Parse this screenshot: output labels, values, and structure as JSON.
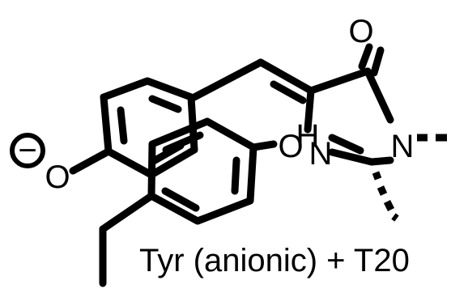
{
  "atoms": {
    "O_carbonyl": "O",
    "N_ring": "N",
    "N_imine": "N",
    "O_phenolate": "O",
    "H_hydroxyl": "H",
    "O_hydroxyl_partial": "O"
  },
  "charge_symbol": "−",
  "caption": "Tyr (anionic) + T20"
}
